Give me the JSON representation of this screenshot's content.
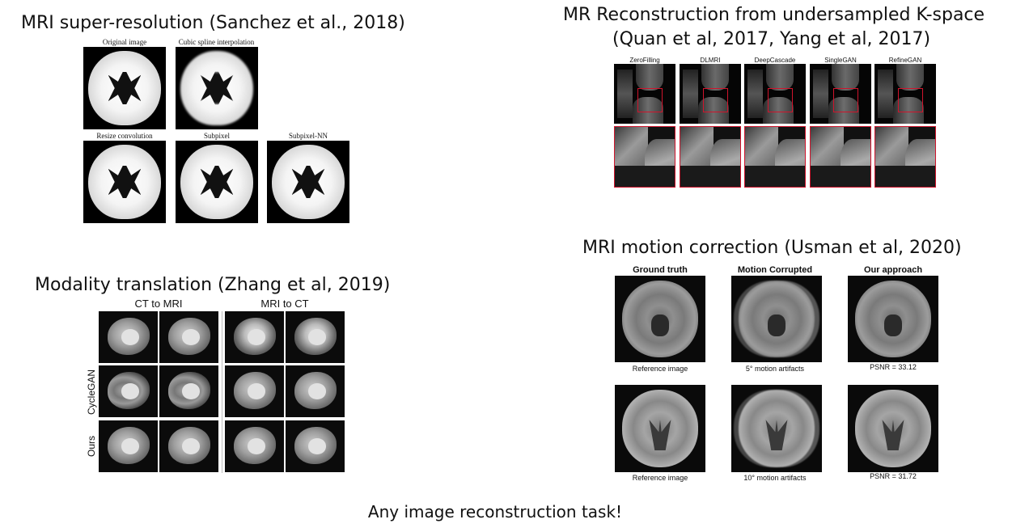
{
  "super_resolution": {
    "title": "MRI super-resolution (Sanchez et al., 2018)",
    "captions": [
      "Original image",
      "Cubic spline interpolation",
      "Resize convolution",
      "Subpixel",
      "Subpixel-NN"
    ]
  },
  "reconstruction": {
    "title_line1": "MR Reconstruction from undersampled K-space",
    "title_line2": "(Quan et al, 2017, Yang et al, 2017)",
    "captions": [
      "ZeroFilling",
      "DLMRI",
      "DeepCascade",
      "SingleGAN",
      "RefineGAN"
    ],
    "roi_color": "#d0142c"
  },
  "modality": {
    "title": "Modality translation (Zhang et al, 2019)",
    "col_headers": [
      "CT to MRI",
      "MRI to CT"
    ],
    "row_labels": [
      "CycleGAN",
      "Ours"
    ]
  },
  "motion": {
    "title": "MRI motion correction (Usman et al, 2020)",
    "col_headers": [
      "Ground truth",
      "Motion Corrupted",
      "Our approach"
    ],
    "row1_captions": [
      "Reference image",
      "5° motion artifacts",
      "PSNR = 33.12"
    ],
    "row2_captions": [
      "Reference image",
      "10° motion artifacts",
      "PSNR = 31.72"
    ]
  },
  "footer": "Any image reconstruction task!"
}
